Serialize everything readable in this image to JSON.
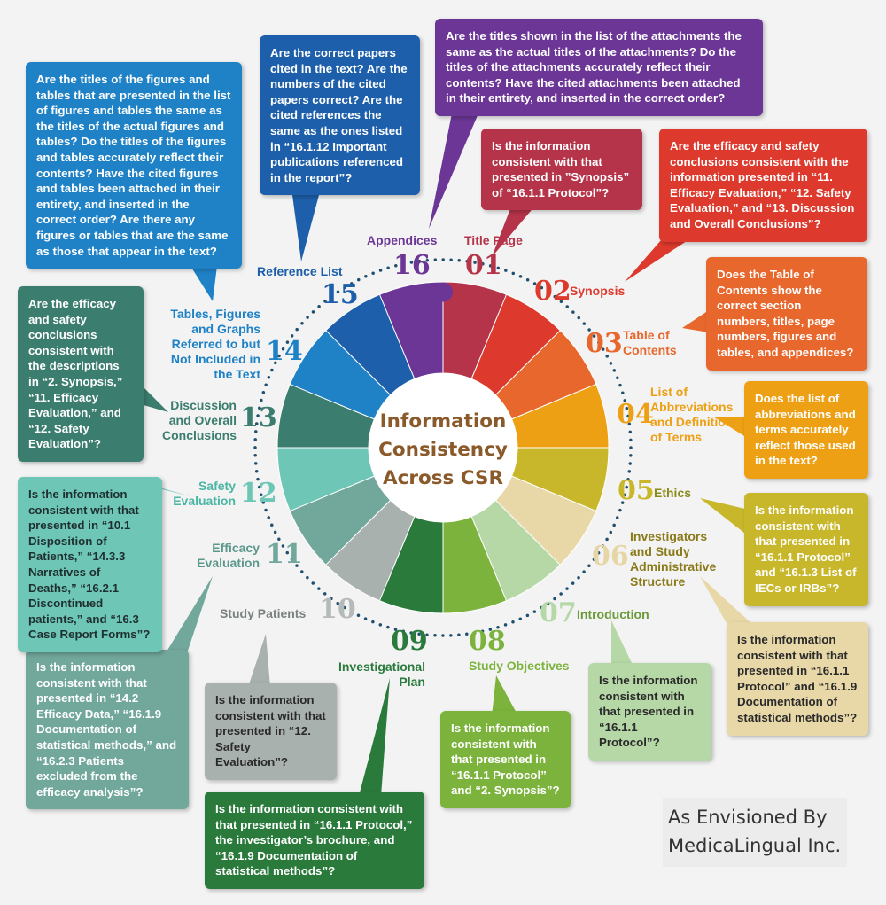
{
  "center_title": {
    "line1": "Information",
    "line2": "Consistency",
    "line3": "Across CSR"
  },
  "sections": [
    {
      "num": "01",
      "label": "Title Page",
      "color": "#b5344a",
      "question": "Is the information consistent with that presented  in ”Synopsis” of “16.1.1 Protocol”?"
    },
    {
      "num": "02",
      "label": "Synopsis",
      "color": "#dd3a2d",
      "question": "Are the efficacy and safety conclusions consistent with the information presented in “11. Efficacy Evaluation,” “12. Safety Evaluation,” and “13. Discussion and Overall Conclusions”?"
    },
    {
      "num": "03",
      "label": "Table of Contents",
      "color": "#e8672c",
      "question": "Does the Table of Contents show the correct section numbers, titles, page numbers, figures and tables, and appendices?"
    },
    {
      "num": "04",
      "label": "List of Abbreviations and Definition of Terms",
      "color": "#eea014",
      "question": "Does the list of abbreviations and terms accurately reflect those used in the text?"
    },
    {
      "num": "05",
      "label": "Ethics",
      "color": "#c8b72a",
      "question": "Is the information consistent with that presented in “16.1.1 Protocol” and “16.1.3 List of IECs or IRBs”?"
    },
    {
      "num": "06",
      "label": "Investigators and Study Administrative Structure",
      "color": "#e8d8a8",
      "question": "Is the information consistent with that presented in “16.1.1 Protocol” and “16.1.9 Documentation of statistical methods”?"
    },
    {
      "num": "07",
      "label": "Introduction",
      "color": "#b6d7a6",
      "question": "Is the information consistent with that presented in “16.1.1 Protocol”?"
    },
    {
      "num": "08",
      "label": "Study Objectives",
      "color": "#7cb33c",
      "question": "Is the information consistent with that presented in “16.1.1 Protocol” and “2. Synopsis”?"
    },
    {
      "num": "09",
      "label": "Investigational Plan",
      "color": "#2a7a3c",
      "question": "Is the information consistent with that presented in “16.1.1 Protocol,” the investigator’s brochure, and “16.1.9 Documentation of statistical methods”?"
    },
    {
      "num": "10",
      "label": "Study Patients",
      "color": "#a9b1ae",
      "question": "Is the information consistent with that presented in “12. Safety Evaluation”?"
    },
    {
      "num": "11",
      "label": "Efficacy Evaluation",
      "color": "#72a79c",
      "question": "Is the information consistent with that presented in “14.2 Efficacy Data,” “16.1.9 Documentation of statistical methods,” and “16.2.3 Patients excluded from the efficacy analysis”?"
    },
    {
      "num": "12",
      "label": "Safety Evaluation",
      "color": "#6ec6b6",
      "question": "Is the information consistent with that presented in “10.1 Disposition of Patients,” “14.3.3 Narratives of Deaths,” “16.2.1 Discontinued patients,” and “16.3 Case Report Forms”?"
    },
    {
      "num": "13",
      "label": "Discussion and Overall Conclusions",
      "color": "#3b7d6e",
      "question": "Are the efficacy and safety conclusions consistent with the descriptions in “2. Synopsis,” “11. Efficacy Evaluation,” and “12. Safety Evaluation”?"
    },
    {
      "num": "14",
      "label": "Tables, Figures and Graphs Referred to but Not Included in the Text",
      "color": "#1f82c6",
      "question": "Are the titles of the figures and tables that are presented in the list of figures and tables the same as the titles of the actual figures and tables? Do the titles of the figures and tables accurately reflect their contents? Have the cited figures and tables been attached in their entirety, and inserted in the correct order? Are there any figures or tables that are the same as those that appear in the text?"
    },
    {
      "num": "15",
      "label": "Reference List",
      "color": "#1d5faa",
      "question": "Are the correct papers cited in the text? Are the numbers of the cited papers correct? Are the cited references the same as the ones listed in “16.1.12 Important publications referenced in the report”?"
    },
    {
      "num": "16",
      "label": "Appendices",
      "color": "#6c3696",
      "question": "Are the titles shown in the list of the attachments the same as the actual titles of the attachments? Do the titles of the attachments accurately reflect their contents? Have the cited attachments been attached in their entirety, and inserted in the correct order?"
    }
  ],
  "credit": {
    "line1": "As Envisioned By",
    "line2": "MedicaLingual Inc."
  }
}
